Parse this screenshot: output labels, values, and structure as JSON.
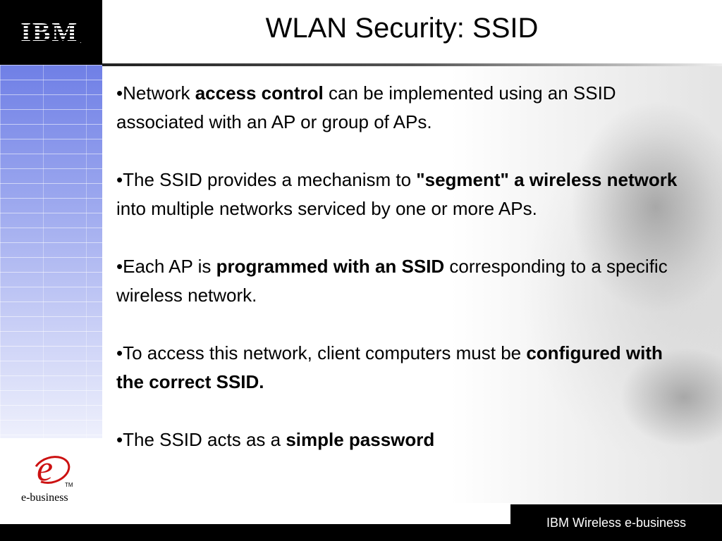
{
  "header": {
    "logo_text": "IBM",
    "logo_tm": ".",
    "title": "WLAN Security: SSID"
  },
  "bullets": [
    {
      "parts": [
        {
          "text": "•Network ",
          "bold": false
        },
        {
          "text": "access control",
          "bold": true
        },
        {
          "text": " can be implemented using an SSID associated with an AP or group of APs.",
          "bold": false
        }
      ]
    },
    {
      "parts": [
        {
          "text": "•The SSID provides a mechanism to ",
          "bold": false
        },
        {
          "text": "\"segment\" a wireless network",
          "bold": true
        },
        {
          "text": " into multiple networks serviced by one or more APs.",
          "bold": false
        }
      ]
    },
    {
      "parts": [
        {
          "text": "•Each AP is ",
          "bold": false
        },
        {
          "text": "programmed with an SSID",
          "bold": true
        },
        {
          "text": " corresponding to a specific wireless network.",
          "bold": false
        }
      ]
    },
    {
      "parts": [
        {
          "text": "•To access this network, client computers must be ",
          "bold": false
        },
        {
          "text": "configured with the correct SSID.",
          "bold": true
        }
      ]
    },
    {
      "parts": [
        {
          "text": "•The SSID acts as a ",
          "bold": false
        },
        {
          "text": "simple password",
          "bold": true
        }
      ]
    }
  ],
  "ebusiness": {
    "e": "e",
    "tm": "TM",
    "label": "e-business",
    "color": "#cc1111"
  },
  "footer": {
    "text": "IBM Wireless e-business"
  },
  "colors": {
    "sidebar_top": "#6f7fe6",
    "sidebar_bottom": "#eef0fc",
    "black": "#000000"
  },
  "icons": [
    "ibm-logo-icon",
    "e-business-logo-icon"
  ]
}
